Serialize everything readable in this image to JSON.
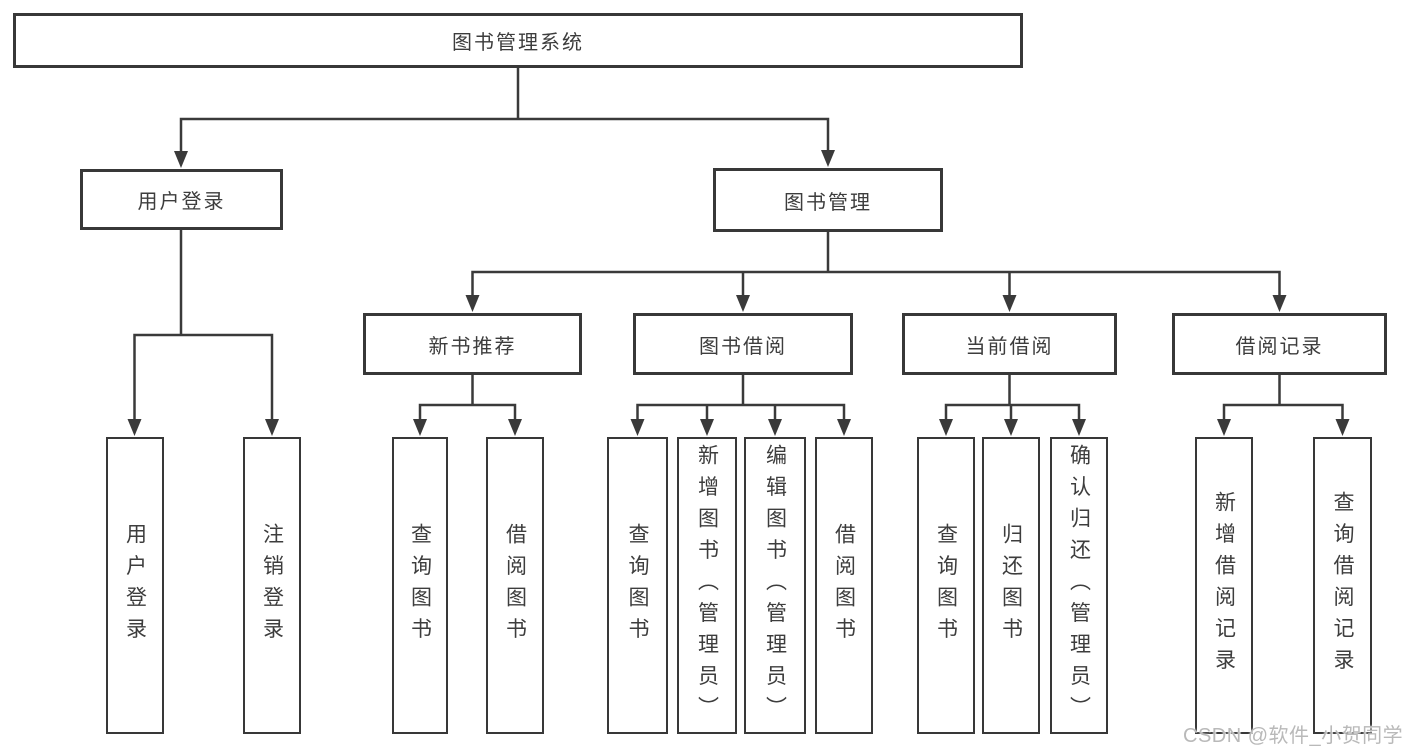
{
  "colors": {
    "line": "#3a3a3a",
    "box_border": "#383838",
    "text": "#3d3d3d",
    "watermark": "#b9b9b9",
    "background": "#ffffff"
  },
  "watermark": {
    "text": "CSDN @软件_小贺同学"
  },
  "tree": {
    "label": "图书管理系统",
    "children": [
      {
        "label": "用户登录",
        "children": [
          {
            "label": "用户登录"
          },
          {
            "label": "注销登录"
          }
        ]
      },
      {
        "label": "图书管理",
        "children": [
          {
            "label": "新书推荐",
            "children": [
              {
                "label": "查询图书"
              },
              {
                "label": "借阅图书"
              }
            ]
          },
          {
            "label": "图书借阅",
            "children": [
              {
                "label": "查询图书"
              },
              {
                "label": "新增图书（管理员）"
              },
              {
                "label": "编辑图书（管理员）"
              },
              {
                "label": "借阅图书"
              }
            ]
          },
          {
            "label": "当前借阅",
            "children": [
              {
                "label": "查询图书"
              },
              {
                "label": "归还图书"
              },
              {
                "label": "确认归还（管理员）"
              }
            ]
          },
          {
            "label": "借阅记录",
            "children": [
              {
                "label": "新增借阅记录"
              },
              {
                "label": "查询借阅记录"
              }
            ]
          }
        ]
      }
    ]
  }
}
